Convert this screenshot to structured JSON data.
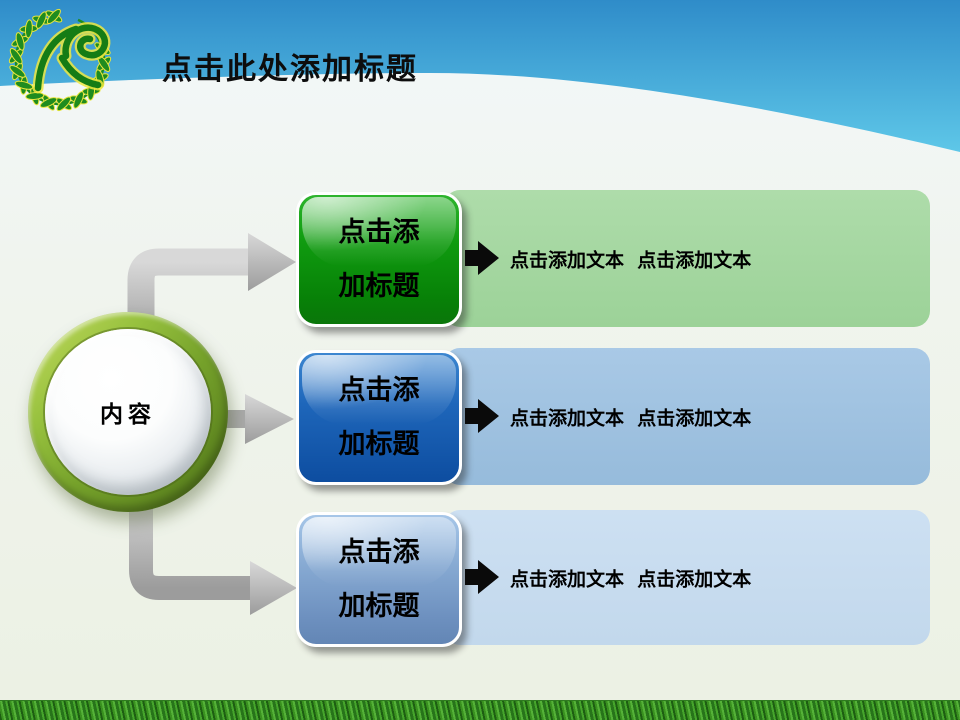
{
  "header": {
    "title": "点击此处添加标题",
    "logo_icon": "wheat-wreath-swirl-logo"
  },
  "hub": {
    "label": "内容"
  },
  "rows": [
    {
      "box_title": "点击添\n加标题",
      "banner_text": "点击添加文本  点击添加文本"
    },
    {
      "box_title": "点击添\n加标题",
      "banner_text": "点击添加文本  点击添加文本"
    },
    {
      "box_title": "点击添\n加标题",
      "banner_text": "点击添加文本  点击添加文本"
    }
  ],
  "colors": {
    "sky_top": "#2f8cc9",
    "sky_bottom": "#5ec7e8",
    "hill_white": "#f3f8fa",
    "box_green": "#0d9a0d",
    "box_blue": "#1a62b6",
    "box_light_blue": "#7fa3cd",
    "banner_green": "#a5d7a1",
    "banner_blue": "#a0c2e0",
    "banner_light_blue": "#c9def0",
    "hub_ring_olive": "#7ca52c",
    "connector_gray": "#ababab",
    "arrow_black": "#000000",
    "grass_green": "#39911f",
    "text_black": "#000000"
  }
}
